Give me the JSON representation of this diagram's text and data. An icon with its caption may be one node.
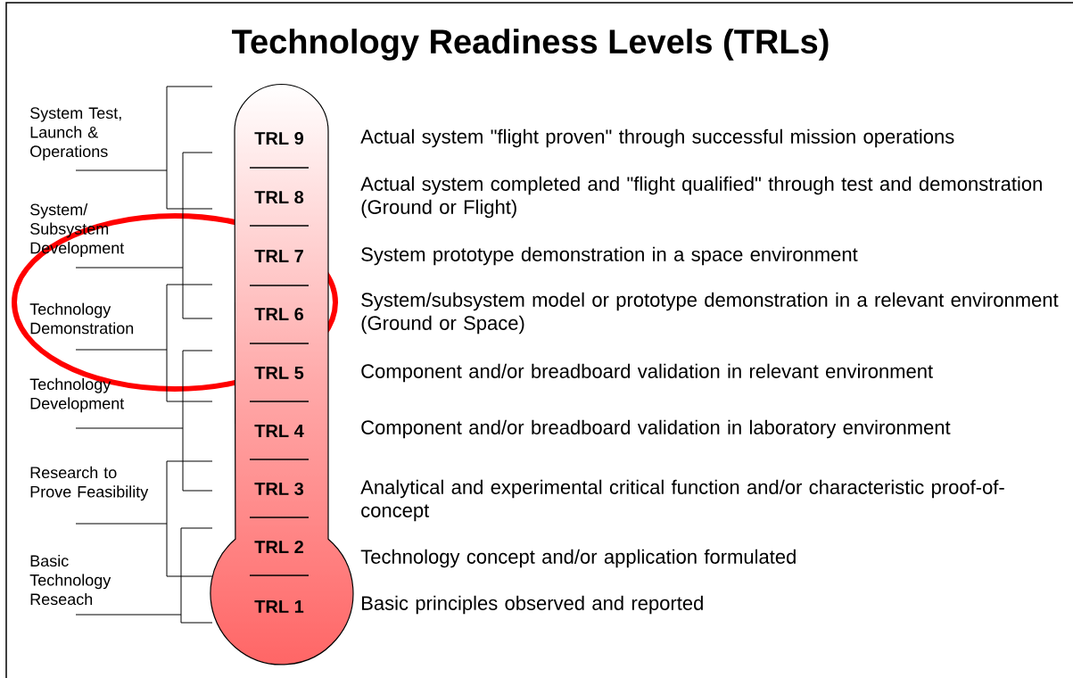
{
  "diagram": {
    "title": "Technology Readiness Levels (TRLs)",
    "nodes": [
      {
        "text": [
          "TRL 9",
          "TRL 8",
          "TRL 7",
          "TRL 6",
          "TRL 5",
          "TRL 4",
          "TRL 3",
          "TRL 2",
          "TRL 1"
        ]
      }
    ],
    "edges": [],
    "labels": [
      "System Test, Launch & Operations",
      "System/ Subsystem Development",
      "Technology Demonstration",
      "Technology Development",
      "Research to Prove Feasibility",
      "Basic Technology Reseach",
      "Actual system \"flight proven\" through successful mission operations",
      "Actual system completed and \"flight qualified\" through test and demonstration (Ground or Flight)",
      "System prototype demonstration in a space environment",
      "System/subsystem model or prototype demonstration in a relevant environment (Ground or Space)",
      "Component and/or breadboard validation in relevant environment",
      "Component and/or breadboard validation in laboratory environment",
      "Analytical and experimental critical function and/or characteristic proof-of-concept",
      "Technology concept and/or application formulated",
      "Basic principles observed and reported"
    ]
  }
}
